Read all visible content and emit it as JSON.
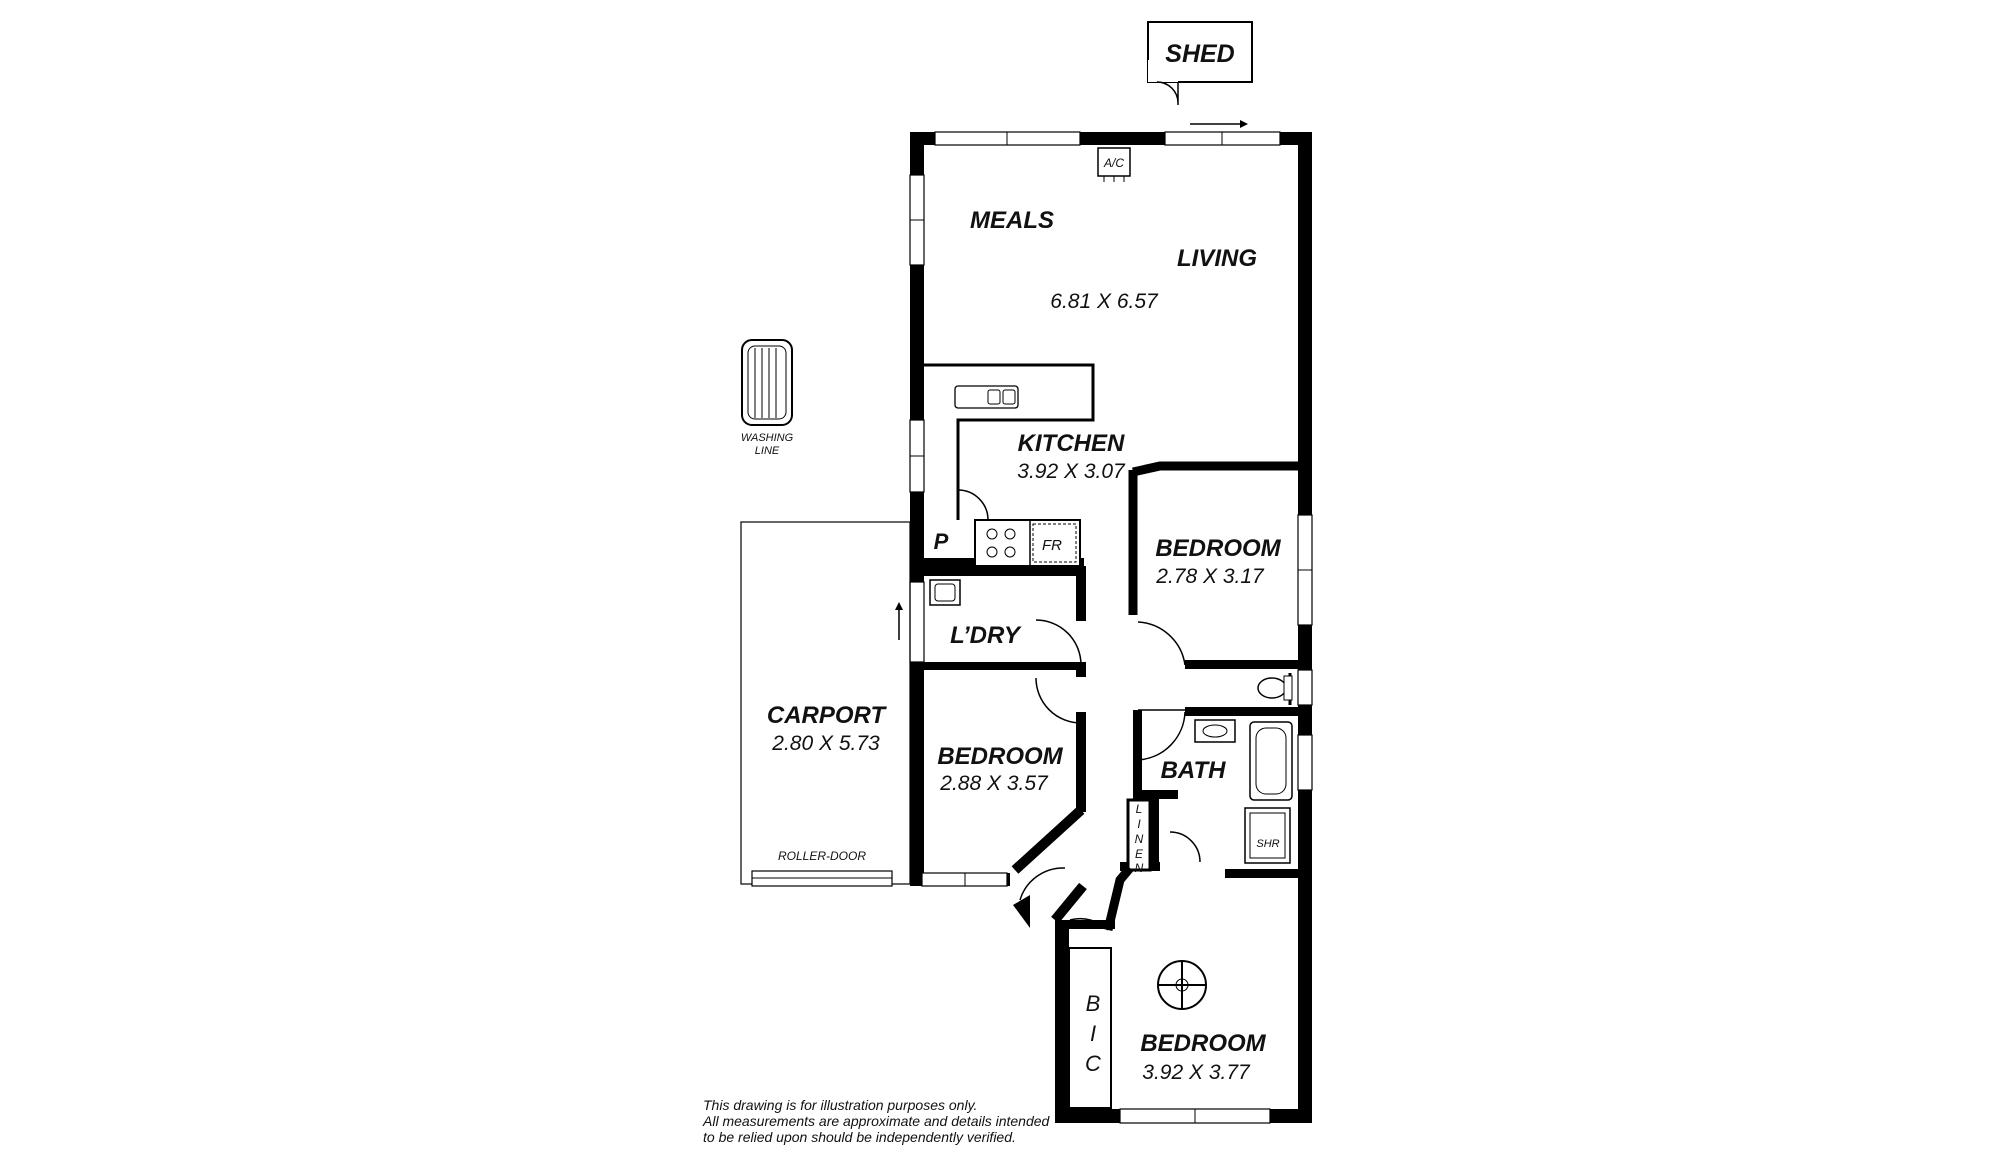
{
  "rooms": {
    "shed": {
      "label": "SHED"
    },
    "meals": {
      "label": "MEALS"
    },
    "living": {
      "label": "LIVING",
      "size": "6.81 X 6.57"
    },
    "kitchen": {
      "label": "KITCHEN",
      "size": "3.92 X 3.07"
    },
    "bedroom_right": {
      "label": "BEDROOM",
      "size": "2.78 X 3.17"
    },
    "laundry": {
      "label": "L’DRY"
    },
    "carport": {
      "label": "CARPORT",
      "size": "2.80 X 5.73"
    },
    "bedroom_left": {
      "label": "BEDROOM",
      "size": "2.88 X 3.57"
    },
    "bath": {
      "label": "BATH"
    },
    "bedroom_main": {
      "label": "BEDROOM",
      "size": "3.92 X 3.77"
    }
  },
  "fixtures": {
    "ac": "A/C",
    "pantry": "P",
    "fridge": "FR",
    "shower": "SHR",
    "linen": [
      "L",
      "I",
      "N",
      "E",
      "N"
    ],
    "bic": [
      "B",
      "I",
      "C"
    ],
    "washing_line": [
      "WASHING",
      "LINE"
    ],
    "roller_door": "ROLLER-DOOR"
  },
  "disclaimer": [
    "This drawing is for illustration purposes only.",
    "All measurements are approximate and details intended",
    "to be relied upon should be independently verified."
  ]
}
